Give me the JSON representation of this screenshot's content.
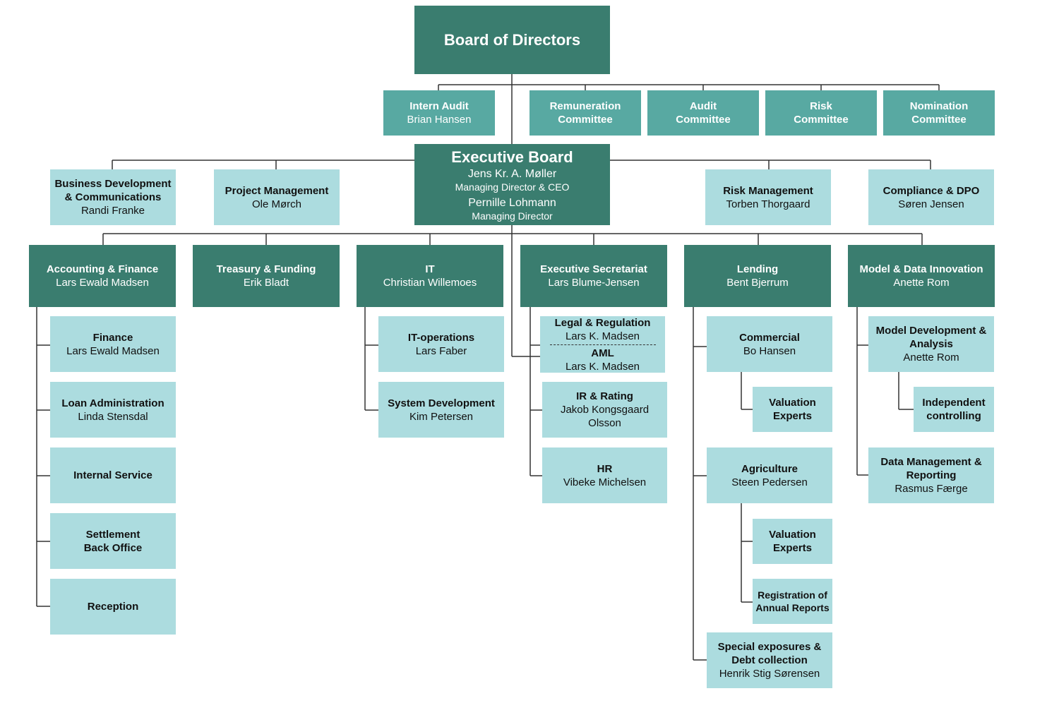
{
  "board": {
    "title": "Board of Directors"
  },
  "intern_audit": {
    "title": "Intern Audit",
    "name": "Brian Hansen"
  },
  "remuneration": {
    "title": "Remuneration Committee"
  },
  "audit_committee": {
    "title": "Audit Committee"
  },
  "risk_committee": {
    "title": "Risk Committee"
  },
  "nomination": {
    "title": "Nomination Committee"
  },
  "exec_board": {
    "title": "Executive Board",
    "person1": "Jens Kr. A. Møller",
    "role1": "Managing Director & CEO",
    "person2": "Pernille Lohmann",
    "role2": "Managing Director"
  },
  "bizdev": {
    "title": "Business Development & Communications",
    "name": "Randi Franke"
  },
  "project_mgmt": {
    "title": "Project Management",
    "name": "Ole Mørch"
  },
  "risk_mgmt": {
    "title": "Risk Management",
    "name": "Torben Thorgaard"
  },
  "compliance": {
    "title": "Compliance & DPO",
    "name": "Søren Jensen"
  },
  "accounting": {
    "title": "Accounting & Finance",
    "name": "Lars Ewald Madsen",
    "finance": {
      "title": "Finance",
      "name": "Lars Ewald Madsen"
    },
    "loan_admin": {
      "title": "Loan Administration",
      "name": "Linda Stensdal"
    },
    "internal_service": {
      "title": "Internal Service"
    },
    "settlement": {
      "title": "Settlement Back Office"
    },
    "reception": {
      "title": "Reception"
    }
  },
  "treasury": {
    "title": "Treasury & Funding",
    "name": "Erik Bladt"
  },
  "it": {
    "title": "IT",
    "name": "Christian Willemoes",
    "operations": {
      "title": "IT-operations",
      "name": "Lars Faber"
    },
    "sysdev": {
      "title": "System Development",
      "name": "Kim Petersen"
    }
  },
  "secretariat": {
    "title": "Executive Secretariat",
    "name": "Lars Blume-Jensen",
    "legal": {
      "title": "Legal & Regulation",
      "name": "Lars K. Madsen",
      "title2": "AML",
      "name2": "Lars K. Madsen"
    },
    "ir": {
      "title": "IR & Rating",
      "name": "Jakob Kongsgaard Olsson"
    },
    "hr": {
      "title": "HR",
      "name": "Vibeke Michelsen"
    }
  },
  "lending": {
    "title": "Lending",
    "name": "Bent Bjerrum",
    "commercial": {
      "title": "Commercial",
      "name": "Bo Hansen"
    },
    "valuation1": {
      "title": "Valuation Experts"
    },
    "agriculture": {
      "title": "Agriculture",
      "name": "Steen Pedersen"
    },
    "valuation2": {
      "title": "Valuation Experts"
    },
    "registration": {
      "title": "Registration of Annual Reports"
    },
    "special": {
      "title": "Special exposures & Debt collection",
      "name": "Henrik Stig Sørensen"
    }
  },
  "model_data": {
    "title": "Model & Data Innovation",
    "name": "Anette Rom",
    "model_dev": {
      "title": "Model Development & Analysis",
      "name": "Anette Rom"
    },
    "independent": {
      "title": "Independent controlling"
    },
    "data_mgmt": {
      "title": "Data Management & Reporting",
      "name": "Rasmus Færge"
    }
  }
}
